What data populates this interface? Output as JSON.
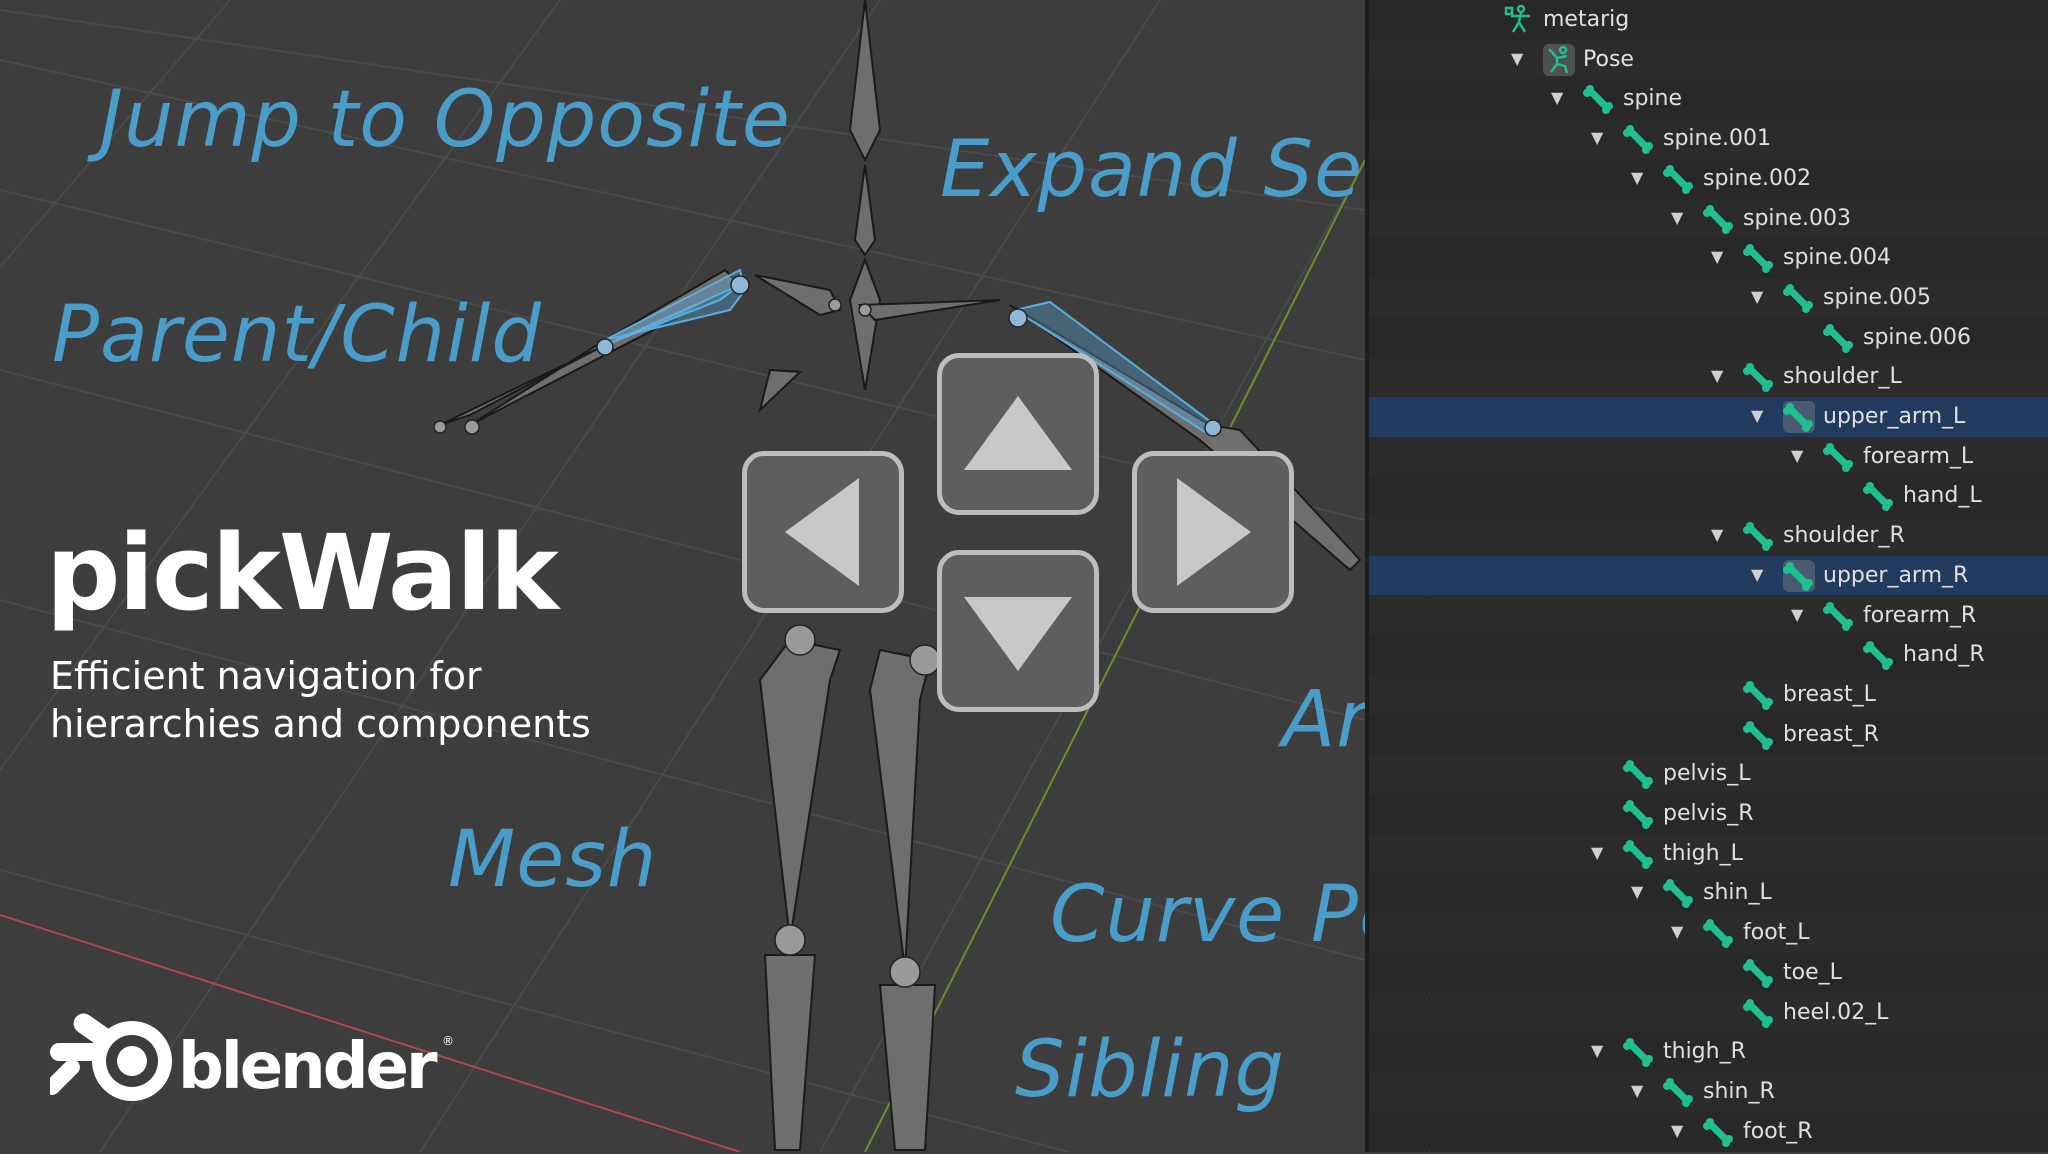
{
  "viewport": {
    "labels": {
      "jump_to_opposite": "Jump to Opposite",
      "expand_selection": "Expand Selection",
      "parent_child": "Parent/Child",
      "armatures": "Armatures",
      "mesh": "Mesh",
      "curve_points": "Curve Points",
      "sibling": "Sibling"
    },
    "title": "pickWalk",
    "subtitle_line1": "Efficient navigation for",
    "subtitle_line2": "hierarchies and components",
    "logo_text": "blender",
    "arrow_keys": [
      "arrow-up-icon",
      "arrow-left-icon",
      "arrow-right-icon",
      "arrow-down-icon"
    ],
    "colors": {
      "label": "#4a9cc9",
      "x_axis": "#b3434f",
      "y_axis": "#6a8e2a",
      "selected_bone": "#5aaee0"
    }
  },
  "outliner": {
    "selected_color": "#223a5e",
    "icon_color": "#1fbf8f",
    "rows": [
      {
        "label": "metarig",
        "depth": 0,
        "expanded": null,
        "icon": "armature-icon"
      },
      {
        "label": "Pose",
        "depth": 1,
        "expanded": true,
        "icon": "pose-icon"
      },
      {
        "label": "spine",
        "depth": 2,
        "expanded": true,
        "icon": "bone-icon"
      },
      {
        "label": "spine.001",
        "depth": 3,
        "expanded": true,
        "icon": "bone-icon"
      },
      {
        "label": "spine.002",
        "depth": 4,
        "expanded": true,
        "icon": "bone-icon"
      },
      {
        "label": "spine.003",
        "depth": 5,
        "expanded": true,
        "icon": "bone-icon"
      },
      {
        "label": "spine.004",
        "depth": 6,
        "expanded": true,
        "icon": "bone-icon"
      },
      {
        "label": "spine.005",
        "depth": 7,
        "expanded": true,
        "icon": "bone-icon"
      },
      {
        "label": "spine.006",
        "depth": 8,
        "expanded": null,
        "icon": "bone-icon"
      },
      {
        "label": "shoulder_L",
        "depth": 6,
        "expanded": true,
        "icon": "bone-icon"
      },
      {
        "label": "upper_arm_L",
        "depth": 7,
        "expanded": true,
        "icon": "bone-icon",
        "selected": true
      },
      {
        "label": "forearm_L",
        "depth": 8,
        "expanded": true,
        "icon": "bone-icon"
      },
      {
        "label": "hand_L",
        "depth": 9,
        "expanded": null,
        "icon": "bone-icon"
      },
      {
        "label": "shoulder_R",
        "depth": 6,
        "expanded": true,
        "icon": "bone-icon"
      },
      {
        "label": "upper_arm_R",
        "depth": 7,
        "expanded": true,
        "icon": "bone-icon",
        "selected": true
      },
      {
        "label": "forearm_R",
        "depth": 8,
        "expanded": true,
        "icon": "bone-icon"
      },
      {
        "label": "hand_R",
        "depth": 9,
        "expanded": null,
        "icon": "bone-icon"
      },
      {
        "label": "breast_L",
        "depth": 6,
        "expanded": null,
        "icon": "bone-icon"
      },
      {
        "label": "breast_R",
        "depth": 6,
        "expanded": null,
        "icon": "bone-icon"
      },
      {
        "label": "pelvis_L",
        "depth": 3,
        "expanded": null,
        "icon": "bone-icon"
      },
      {
        "label": "pelvis_R",
        "depth": 3,
        "expanded": null,
        "icon": "bone-icon"
      },
      {
        "label": "thigh_L",
        "depth": 3,
        "expanded": true,
        "icon": "bone-icon"
      },
      {
        "label": "shin_L",
        "depth": 4,
        "expanded": true,
        "icon": "bone-icon"
      },
      {
        "label": "foot_L",
        "depth": 5,
        "expanded": true,
        "icon": "bone-icon"
      },
      {
        "label": "toe_L",
        "depth": 6,
        "expanded": null,
        "icon": "bone-icon"
      },
      {
        "label": "heel.02_L",
        "depth": 6,
        "expanded": null,
        "icon": "bone-icon"
      },
      {
        "label": "thigh_R",
        "depth": 3,
        "expanded": true,
        "icon": "bone-icon"
      },
      {
        "label": "shin_R",
        "depth": 4,
        "expanded": true,
        "icon": "bone-icon"
      },
      {
        "label": "foot_R",
        "depth": 5,
        "expanded": true,
        "icon": "bone-icon"
      }
    ]
  }
}
